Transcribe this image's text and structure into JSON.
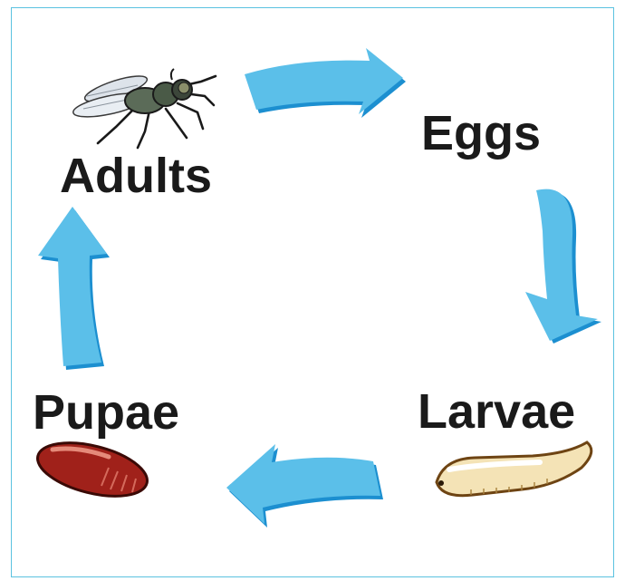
{
  "diagram": {
    "stages": [
      {
        "id": "eggs",
        "label": "Eggs"
      },
      {
        "id": "larvae",
        "label": "Larvae"
      },
      {
        "id": "pupae",
        "label": "Pupae"
      },
      {
        "id": "adults",
        "label": "Adults"
      }
    ],
    "colors": {
      "border": "#5bc2e0",
      "arrow": "#5bbfe9",
      "arrow_shadow": "#1c8fd0",
      "text": "#1a1a1a"
    },
    "icons": [
      "fly-icon",
      "larva-icon",
      "pupa-icon"
    ]
  }
}
